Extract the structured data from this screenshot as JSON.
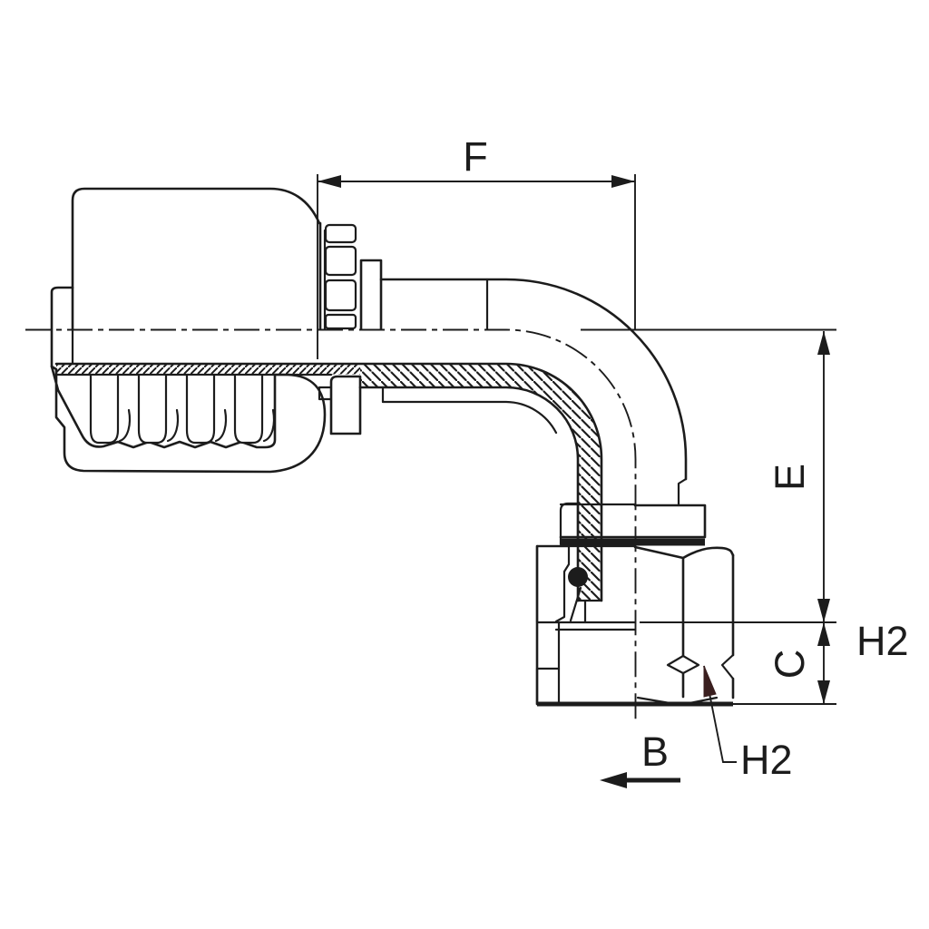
{
  "drawing": {
    "kind": "technical-drawing",
    "subject": "90-degree elbow hydraulic hose fitting, half-section view",
    "background_color": "#ffffff",
    "line_color": "#1c1c1c",
    "leader_arrow_color": "#3a1f1f",
    "dimensions": {
      "f": {
        "label": "F",
        "orientation": "horizontal-top"
      },
      "e": {
        "label": "E",
        "orientation": "vertical-right"
      },
      "c": {
        "label": "C",
        "orientation": "vertical-right"
      },
      "h2_side": {
        "label": "H2",
        "orientation": "right-of-dimension-line"
      },
      "h2_leader": {
        "label": "H2",
        "orientation": "leader-to-hex-nut"
      },
      "b": {
        "label": "B",
        "orientation": "bottom-left-arrow"
      }
    }
  }
}
